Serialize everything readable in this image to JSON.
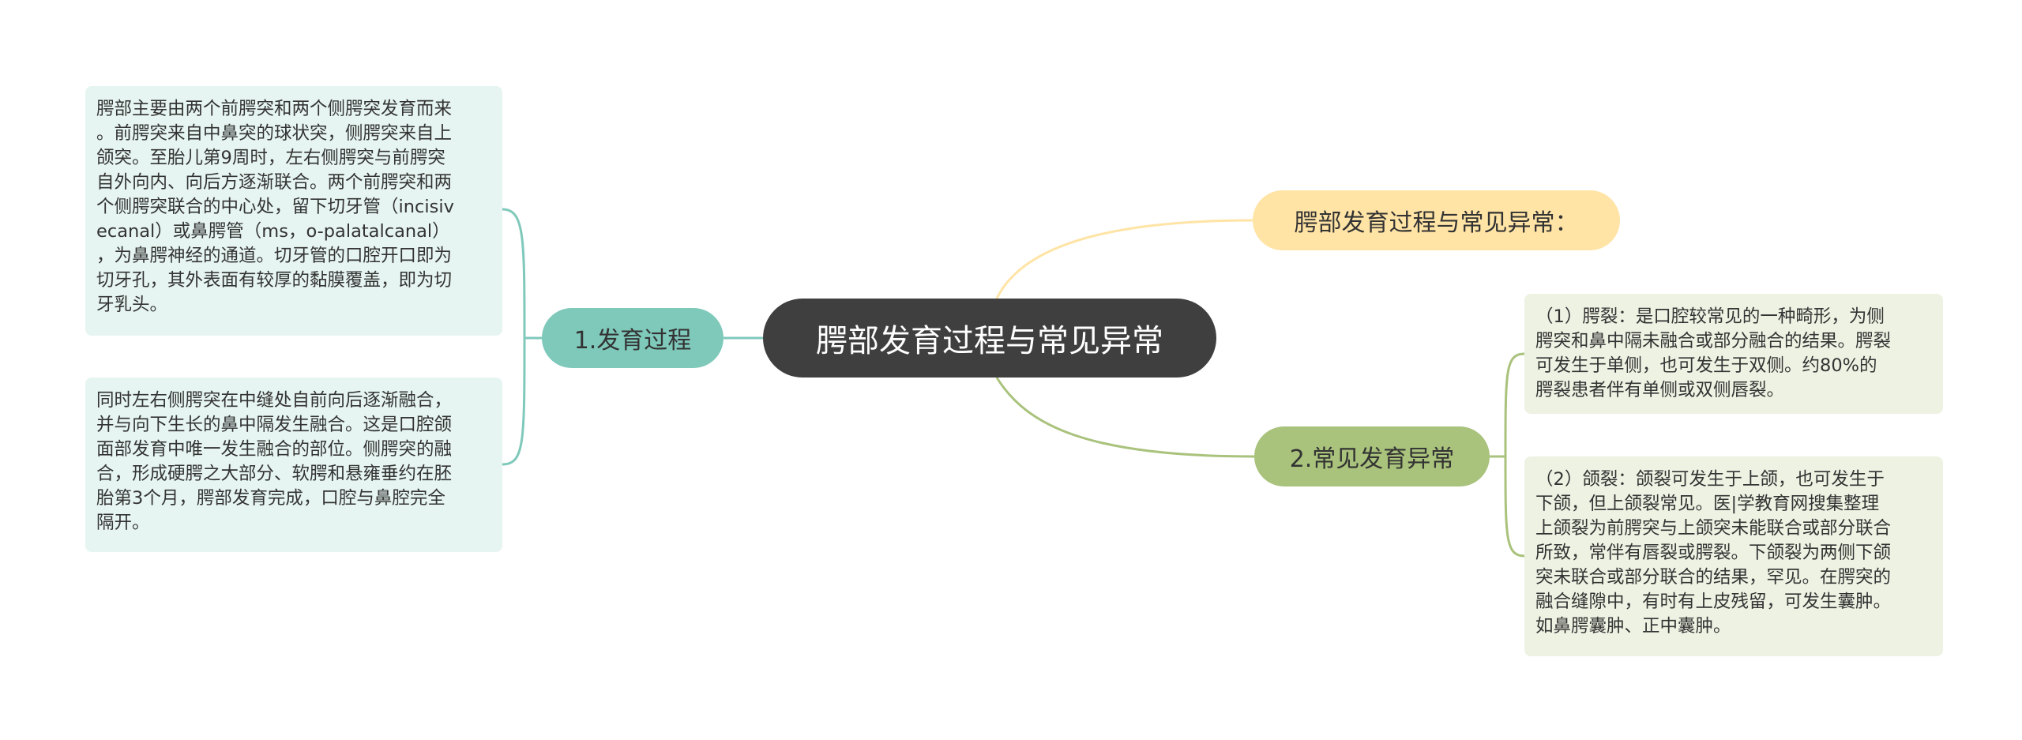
{
  "central": {
    "label": "腭部发育过程与常见异常"
  },
  "branches": {
    "left": {
      "label": "1.发育过程",
      "color": "#7fc9bb",
      "leaves": [
        {
          "lines": [
            "腭部主要由两个前腭突和两个侧腭突发育而来",
            "。前腭突来自中鼻突的球状突，侧腭突来自上",
            "颌突。至胎儿第9周时，左右侧腭突与前腭突",
            "自外向内、向后方逐渐联合。两个前腭突和两",
            "个侧腭突联合的中心处，留下切牙管（incisiv",
            "ecanal）或鼻腭管（ms，o-palatalcanal）",
            "，为鼻腭神经的通道。切牙管的口腔开口即为",
            "切牙孔，其外表面有较厚的黏膜覆盖，即为切",
            "牙乳头。"
          ]
        },
        {
          "lines": [
            "同时左右侧腭突在中缝处自前向后逐渐融合，",
            "并与向下生长的鼻中隔发生融合。这是口腔颌",
            "面部发育中唯一发生融合的部位。侧腭突的融",
            "合，形成硬腭之大部分、软腭和悬雍垂约在胚",
            "胎第3个月，腭部发育完成，口腔与鼻腔完全",
            "隔开。"
          ]
        }
      ]
    },
    "right_top": {
      "label": "腭部发育过程与常见异常：",
      "color": "#ffe4a6"
    },
    "right_bottom": {
      "label": "2.常见发育异常",
      "color": "#a9c27c",
      "leaves": [
        {
          "lines": [
            "（1）腭裂：是口腔较常见的一种畸形，为侧",
            "腭突和鼻中隔未融合或部分融合的结果。腭裂",
            "可发生于单侧，也可发生于双侧。约80%的",
            "腭裂患者伴有单侧或双侧唇裂。"
          ]
        },
        {
          "lines": [
            "（2）颌裂：颌裂可发生于上颌，也可发生于",
            "下颌，但上颌裂常见。医|学教育网搜集整理",
            "上颌裂为前腭突与上颌突未能联合或部分联合",
            "所致，常伴有唇裂或腭裂。下颌裂为两侧下颌",
            "突未联合或部分联合的结果，罕见。在腭突的",
            "融合缝隙中，有时有上皮残留，可发生囊肿。",
            "如鼻腭囊肿、正中囊肿。"
          ]
        }
      ]
    }
  }
}
